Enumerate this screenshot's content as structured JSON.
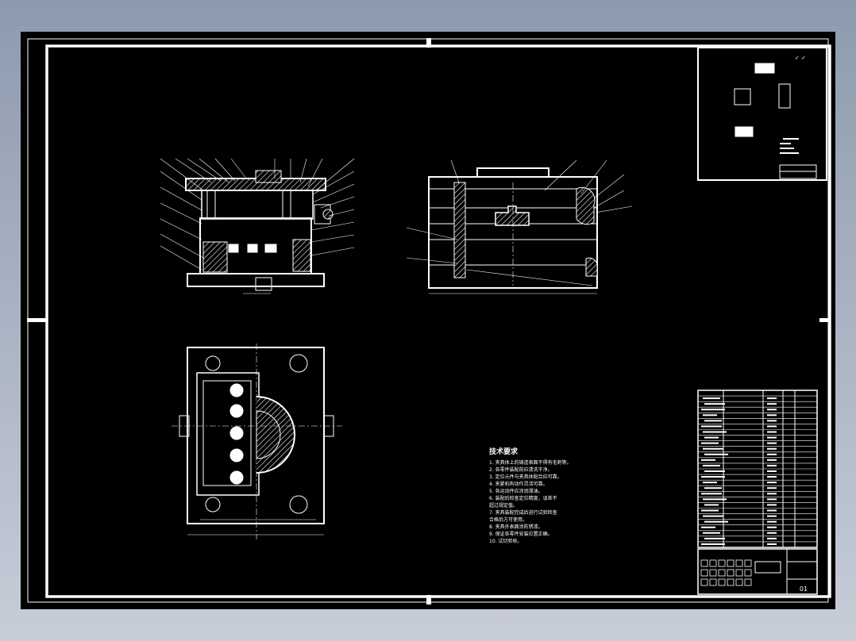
{
  "drawing": {
    "sheet_number": "01",
    "technical_requirements": {
      "title": "技术要求",
      "items": [
        "1. 夹具体上的铸造表面不得有毛刺等。",
        "2. 各零件装配前应清洗干净。",
        "3. 定位元件与夹具体配合应可靠。",
        "4. 夹紧机构动作灵活可靠。",
        "5. 各运动件应涂润滑油。",
        "6. 装配后检查定位精度，误差不",
        "   超过规定值。",
        "7. 夹具装配完成后进行试验检查",
        "   合格后方可使用。",
        "8. 夹具外表面涂防锈漆。",
        "9. 保证各零件安装位置正确。",
        "10. 试切验收。"
      ]
    },
    "parts_list": {
      "row_count": 28
    },
    "colors": {
      "background": "#000000",
      "lines": "#ffffff"
    }
  }
}
